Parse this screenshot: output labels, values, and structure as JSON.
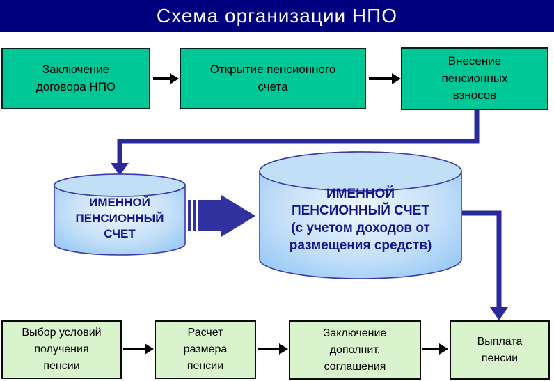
{
  "title": "Схема организации НПО",
  "colors": {
    "header_bg": "#00007F",
    "header_text": "#FFFFFF",
    "process_box_fill": "#00C796",
    "result_box_fill": "#D9F3CD",
    "cylinder_fill_edge": "#8FC3F5",
    "cylinder_fill_center": "#EAF5FF",
    "cylinder_border": "#3A3AA8",
    "cylinder_text": "#16168C",
    "connector_navy": "#29299C",
    "striped_arrow": "#31319F",
    "connector_black": "#000000"
  },
  "top_row": [
    {
      "lines": [
        "Заключение",
        "договора НПО"
      ]
    },
    {
      "lines": [
        "Открытие пенсионного",
        "счета"
      ]
    },
    {
      "lines": [
        "Внесение",
        "пенсионных",
        "взносов"
      ]
    }
  ],
  "cylinders": {
    "small": {
      "lines": [
        "ИМЕННОЙ",
        "ПЕНСИОННЫЙ",
        "СЧЕТ"
      ]
    },
    "large": {
      "title_lines": [
        "ИМЕННОЙ",
        "ПЕНСИОННЫЙ СЧЕТ"
      ],
      "subtitle_lines": [
        "(с учетом доходов от",
        "размещения средств)"
      ]
    }
  },
  "bottom_row": [
    {
      "lines": [
        "Выбор условий",
        "получения",
        "пенсии"
      ]
    },
    {
      "lines": [
        "Расчет",
        "размера",
        "пенсии"
      ]
    },
    {
      "lines": [
        "Заключение",
        "дополнит.",
        "соглашения"
      ]
    },
    {
      "lines": [
        "Выплата",
        "пенсии"
      ]
    }
  ]
}
